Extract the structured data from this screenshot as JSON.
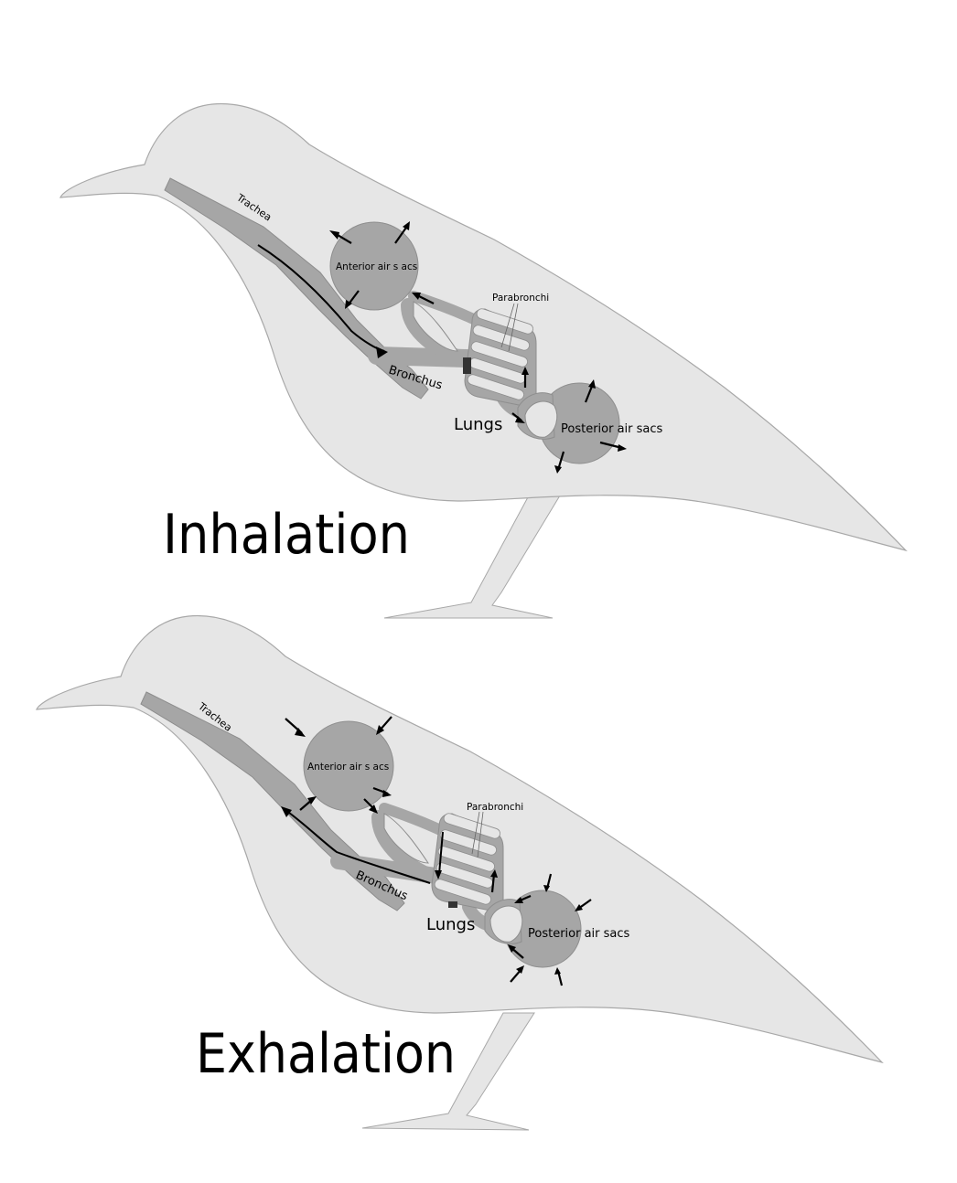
{
  "panels": [
    {
      "title": "Inhalation",
      "labels": {
        "trachea": "Trachea",
        "anterior": "Anterior air s acs",
        "parabronchi": "Parabronchi",
        "bronchus": "Bronchus",
        "lungs": "Lungs",
        "posterior": "Posterior air sacs"
      }
    },
    {
      "title": "Exhalation",
      "labels": {
        "trachea": "Trachea",
        "anterior": "Anterior air s acs",
        "parabronchi": "Parabronchi",
        "bronchus": "Bronchus",
        "lungs": "Lungs",
        "posterior": "Posterior air sacs"
      }
    }
  ],
  "colors": {
    "body": "#e6e6e6",
    "organ": "#a6a6a6",
    "arrow": "#000000"
  }
}
